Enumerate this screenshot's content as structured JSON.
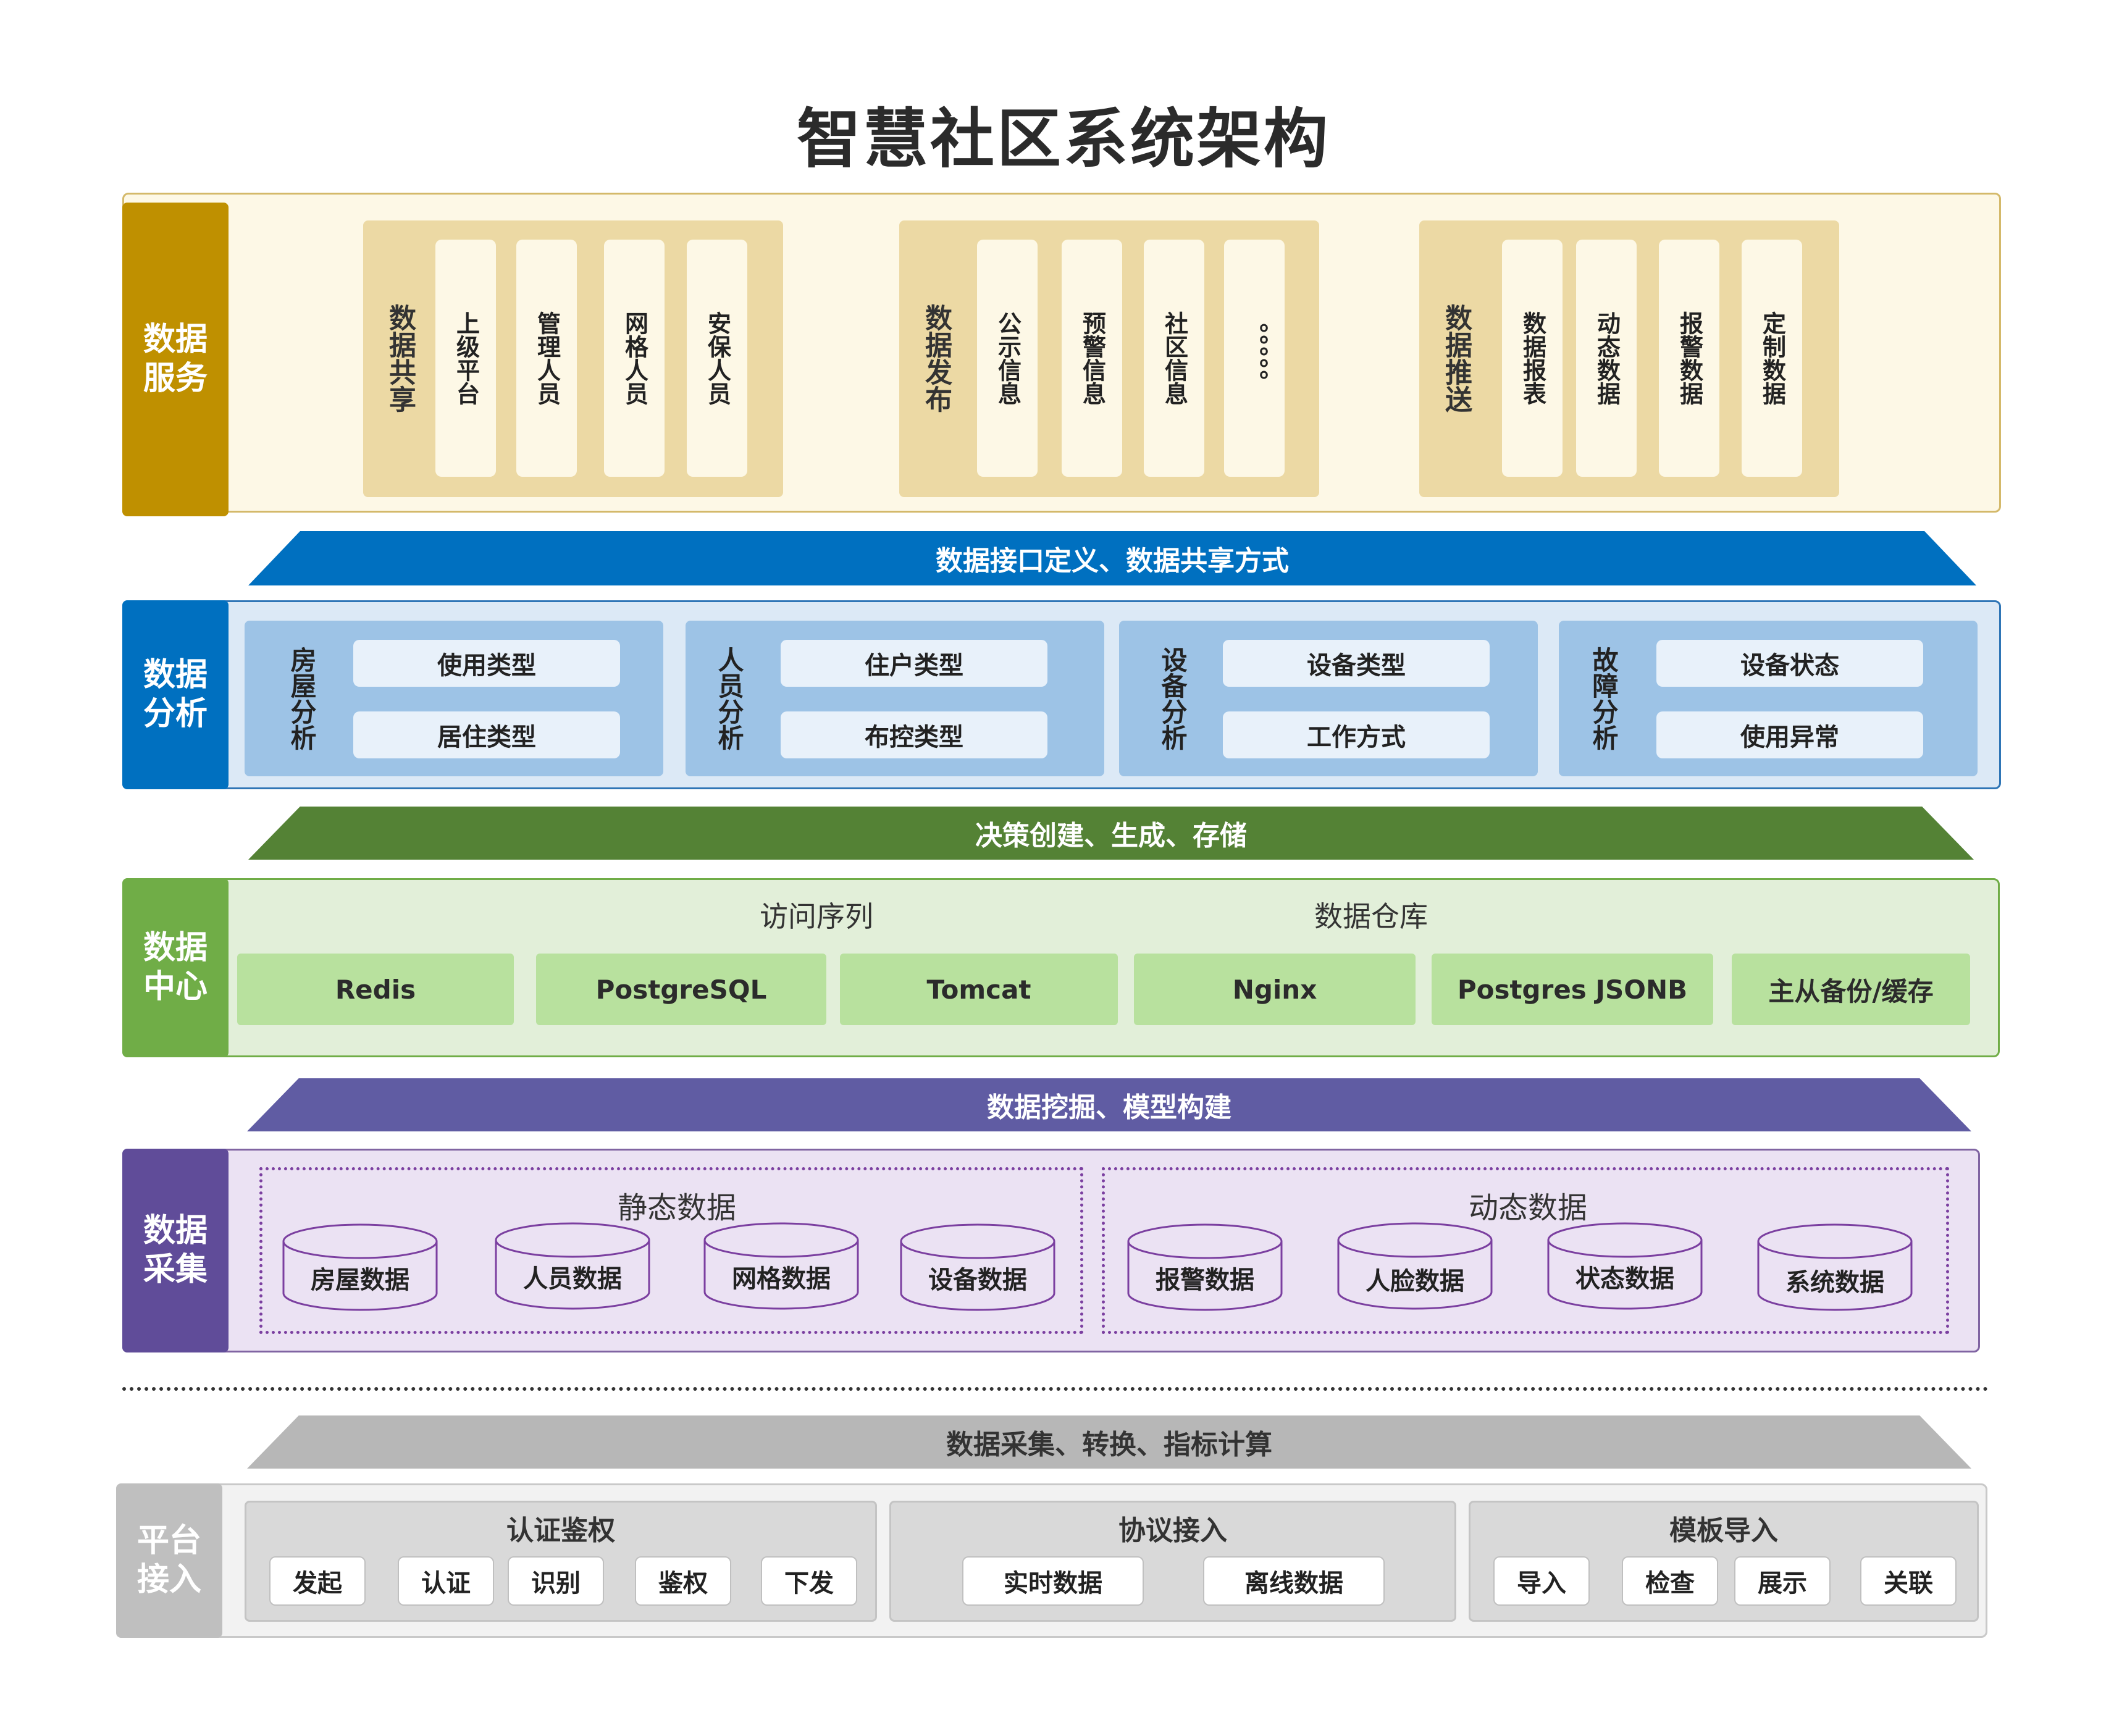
{
  "title": "智慧社区系统架构",
  "service": {
    "label": "数据\n服务",
    "groups": [
      {
        "head": "数据共享",
        "items": [
          "上级平台",
          "管理人员",
          "网格人员",
          "安保人员"
        ]
      },
      {
        "head": "数据发布",
        "items": [
          "公示信息",
          "预警信息",
          "社区信息",
          "。。。。。"
        ]
      },
      {
        "head": "数据推送",
        "items": [
          "数据报表",
          "动态数据",
          "报警数据",
          "定制数据"
        ]
      }
    ]
  },
  "band1": "数据接口定义、数据共享方式",
  "analysis": {
    "label": "数据\n分析",
    "groups": [
      {
        "head": "房屋分析",
        "items": [
          "使用类型",
          "居住类型"
        ]
      },
      {
        "head": "人员分析",
        "items": [
          "住户类型",
          "布控类型"
        ]
      },
      {
        "head": "设备分析",
        "items": [
          "设备类型",
          "工作方式"
        ]
      },
      {
        "head": "故障分析",
        "items": [
          "设备状态",
          "使用异常"
        ]
      }
    ]
  },
  "band2": "决策创建、生成、存储",
  "center": {
    "label": "数据\n中心",
    "sub1": "访问序列",
    "sub2": "数据仓库",
    "items": [
      "Redis",
      "PostgreSQL",
      "Tomcat",
      "Nginx",
      "Postgres JSONB",
      "主从备份/缓存"
    ]
  },
  "band3": "数据挖掘、模型构建",
  "collection": {
    "label": "数据\n采集",
    "static_title": "静态数据",
    "dynamic_title": "动态数据",
    "static_items": [
      "房屋数据",
      "人员数据",
      "网格数据",
      "设备数据"
    ],
    "dynamic_items": [
      "报警数据",
      "人脸数据",
      "状态数据",
      "系统数据"
    ]
  },
  "band4": "数据采集、转换、指标计算",
  "platform": {
    "label": "平台\n接入",
    "groups": [
      {
        "head": "认证鉴权",
        "items": [
          "发起",
          "认证",
          "识别",
          "鉴权",
          "下发"
        ]
      },
      {
        "head": "协议接入",
        "items": [
          "实时数据",
          "离线数据"
        ]
      },
      {
        "head": "模板导入",
        "items": [
          "导入",
          "检查",
          "展示",
          "关联"
        ]
      }
    ]
  },
  "colors": {
    "service": "#bf9000",
    "analysis": "#0070c0",
    "center": "#70ad47",
    "collection": "#604c99",
    "platform": "#bfbfbf",
    "band1": "#0070c0",
    "band2": "#548235",
    "band3": "#605ca3",
    "band4": "#b7b7b7"
  }
}
